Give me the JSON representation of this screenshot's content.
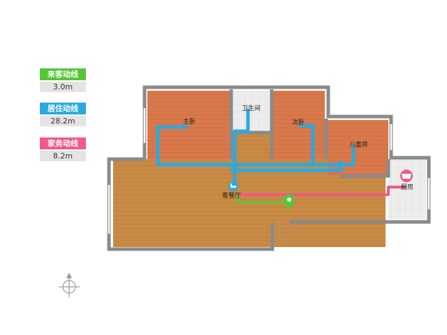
{
  "legend": [
    {
      "label": "来客动线",
      "value": "3.0m",
      "color": "#55c63a"
    },
    {
      "label": "居住动线",
      "value": "28.2m",
      "color": "#2ba9df"
    },
    {
      "label": "家务动线",
      "value": "8.2m",
      "color": "#ef5a86"
    }
  ],
  "rooms": {
    "master_bedroom": "主卧",
    "bathroom": "卫生间",
    "second_bedroom": "次卧",
    "kids_room": "儿童房",
    "living_dining": "客餐厅",
    "kitchen": "厨房"
  },
  "colors": {
    "wall": "#8a8a8a",
    "wood_floor": "#c98a45",
    "bedroom_floor": "#d9784a",
    "tile_floor": "#e6e6e6",
    "living_route": "#2ba9df",
    "guest_route": "#55c63a",
    "chore_route": "#ef5a86"
  },
  "icons": [
    "bed-icon",
    "entrance-pin-icon",
    "cooking-pot-icon",
    "compass-icon"
  ]
}
